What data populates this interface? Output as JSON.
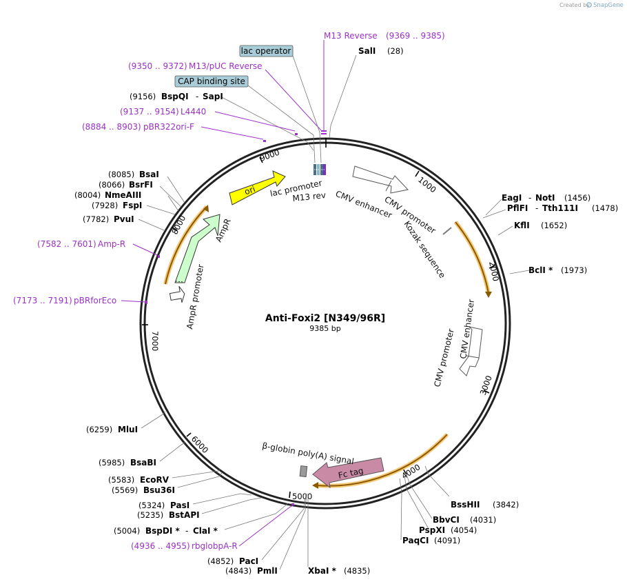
{
  "header": {
    "created_by": "Created by",
    "brand": "SnapGene"
  },
  "plasmid": {
    "name": "Anti-Foxi2 [N349/96R]",
    "length_label": "9385 bp"
  },
  "ticks": [
    "1000",
    "2000",
    "3000",
    "4000",
    "5000",
    "6000",
    "7000",
    "8000",
    "9000"
  ],
  "enzymes": [
    {
      "name": "SalI",
      "coord": "(28)"
    },
    {
      "name": "BspQI",
      "name2": "SapI",
      "coord": "(9156)"
    },
    {
      "name": "BsaI",
      "coord": "(8085)"
    },
    {
      "name": "BsrFI",
      "coord": "(8066)"
    },
    {
      "name": "NmeAIII",
      "coord": "(8004)"
    },
    {
      "name": "FspI",
      "coord": "(7928)"
    },
    {
      "name": "PvuI",
      "coord": "(7782)"
    },
    {
      "name": "EagI",
      "name2": "NotI",
      "coord": "(1456)"
    },
    {
      "name": "PflFI",
      "name2": "Tth111I",
      "coord": "(1478)"
    },
    {
      "name": "KflI",
      "coord": "(1652)"
    },
    {
      "name": "BclI *",
      "coord": "(1973)"
    },
    {
      "name": "BssHII",
      "coord": "(3842)"
    },
    {
      "name": "BbvCI",
      "coord": "(4031)"
    },
    {
      "name": "PspXI",
      "coord": "(4054)"
    },
    {
      "name": "PaqCI",
      "coord": "(4091)"
    },
    {
      "name": "XbaI *",
      "coord": "(4835)"
    },
    {
      "name": "PmlI",
      "coord": "(4843)"
    },
    {
      "name": "PacI",
      "coord": "(4852)"
    },
    {
      "name": "BspDI *",
      "name2": "ClaI *",
      "coord": "(5004)"
    },
    {
      "name": "BstAPI",
      "coord": "(5235)"
    },
    {
      "name": "PasI",
      "coord": "(5324)"
    },
    {
      "name": "Bsu36I",
      "coord": "(5569)"
    },
    {
      "name": "EcoRV",
      "coord": "(5583)"
    },
    {
      "name": "BsaBI",
      "coord": "(5985)"
    },
    {
      "name": "MluI",
      "coord": "(6259)"
    }
  ],
  "primers": [
    {
      "name": "M13 Reverse",
      "range": "(9369 .. 9385)"
    },
    {
      "name": "M13/pUC Reverse",
      "range": "(9350 .. 9372)"
    },
    {
      "name": "L4440",
      "range": "(9137 .. 9154)"
    },
    {
      "name": "pBR322ori-F",
      "range": "(8884 .. 8903)"
    },
    {
      "name": "Amp-R",
      "range": "(7582 .. 7601)"
    },
    {
      "name": "pBRforEco",
      "range": "(7173 .. 7191)"
    },
    {
      "name": "rbglobpA-R",
      "range": "(4936 .. 4955)"
    }
  ],
  "boxed_features": [
    "lac operator",
    "CAP binding site"
  ],
  "features": {
    "ori": "ori",
    "ampr": "AmpR",
    "ampr_promoter": "AmpR promoter",
    "lac_promoter": "lac promoter",
    "m13_rev": "M13 rev",
    "cmv_enhancer_1": "CMV enhancer",
    "cmv_promoter_1": "CMV promoter",
    "kozak": "Kozak sequence",
    "cmv_enhancer_2": "CMV enhancer",
    "cmv_promoter_2": "CMV promoter",
    "polya": "β-globin poly(A) signal",
    "fc_tag": "Fc tag"
  },
  "colors": {
    "primer": "#9b30c8",
    "ori": "#ffff00",
    "ampr": "#ccffcc",
    "fc_tag": "#c98aa6",
    "orf_glow": "#f5c878",
    "boxed_feature": "#a8cdd8"
  }
}
